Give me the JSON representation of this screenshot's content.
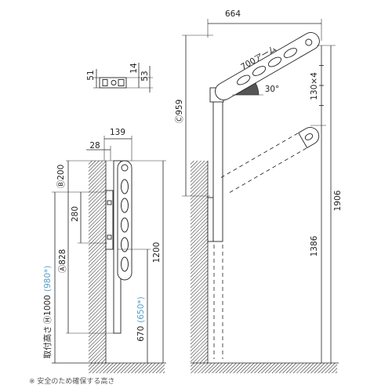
{
  "dimensions": {
    "arm_span": "664",
    "bracket_width": "51",
    "bracket_small": "14",
    "bracket_height": "53",
    "arm_length": "700アーム",
    "arm_angle": "30°",
    "arm_hole_pitch": "130×4",
    "dim_c": "Ⓒ959",
    "depth_total": "139",
    "depth_offset": "28",
    "dim_b": "Ⓑ200",
    "dim_280": "280",
    "dim_a": "Ⓐ828",
    "mount_height_label": "取付高さ",
    "mount_height_value": "Ⓗ1000",
    "mount_height_alt": "(980*)",
    "height_1200": "1200",
    "clearance_value": "670",
    "clearance_alt": "(650*)",
    "height_1906": "1906",
    "height_1386": "1386"
  },
  "note": "※ 安全のため確保する高さ",
  "colors": {
    "line": "#222222",
    "alt_value": "#5aa0c8",
    "hatch": "#444444",
    "background": "#ffffff"
  }
}
